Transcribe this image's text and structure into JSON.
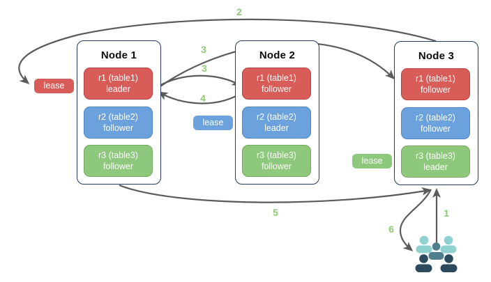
{
  "nodes": [
    {
      "title": "Node 1",
      "replicas": [
        {
          "range": "r1 (table1)",
          "role": "leader"
        },
        {
          "range": "r2 (table2)",
          "role": "follower"
        },
        {
          "range": "r3 (table3)",
          "role": "follower"
        }
      ]
    },
    {
      "title": "Node 2",
      "replicas": [
        {
          "range": "r1 (table1)",
          "role": "follower"
        },
        {
          "range": "r2 (table2)",
          "role": "leader"
        },
        {
          "range": "r3 (table3)",
          "role": "follower"
        }
      ]
    },
    {
      "title": "Node 3",
      "replicas": [
        {
          "range": "r1 (table1)",
          "role": "follower"
        },
        {
          "range": "r2 (table2)",
          "role": "follower"
        },
        {
          "range": "r3 (table3)",
          "role": "leader"
        }
      ]
    }
  ],
  "leases": [
    {
      "label": "lease",
      "color": "#d85c58"
    },
    {
      "label": "lease",
      "color": "#6ba1dc"
    },
    {
      "label": "lease",
      "color": "#8ec87c"
    }
  ],
  "steps": {
    "1": "1",
    "2": "2",
    "3a": "3",
    "3b": "3",
    "4": "4",
    "5": "5",
    "6": "6"
  },
  "icons": {
    "users": "users-icon"
  },
  "colors": {
    "replica_red": "#d85c58",
    "replica_blue": "#6ba1dc",
    "replica_green": "#8ec87c",
    "node_border": "#243a5e",
    "arrow": "#5a5a5a",
    "step_label": "#8fc878",
    "users_light": "#8ed1ce",
    "users_medium": "#4f7f8c",
    "users_dark": "#2b4a5e"
  }
}
